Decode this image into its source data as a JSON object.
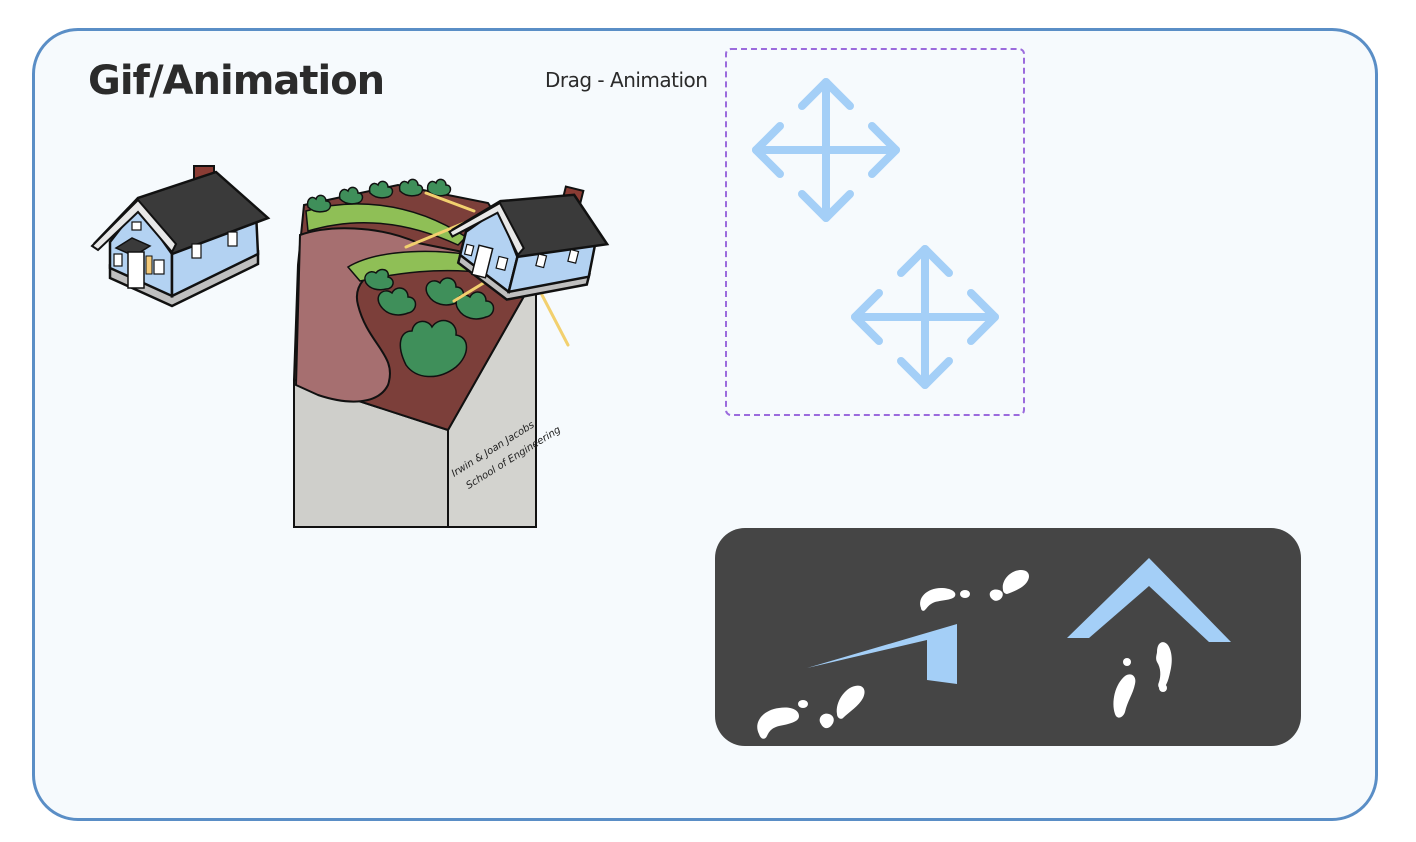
{
  "page": {
    "title": "Gif/Animation",
    "drag_label": "Drag - Animation"
  },
  "cliff_sign": {
    "line1": "Irwin & Joan Jacobs",
    "line2": "School of Engineering"
  },
  "icons": {
    "drag_handle_1": "move-arrows-icon",
    "drag_handle_2": "move-arrows-icon",
    "footsteps": "footprints-icon",
    "roof": "roof-icon"
  },
  "colors": {
    "card_border": "#5a8ec6",
    "card_bg": "#f6fafd",
    "accent_light_blue": "#a4cff7",
    "drag_zone_border": "#9b6bdd",
    "dark_panel": "#454545"
  }
}
